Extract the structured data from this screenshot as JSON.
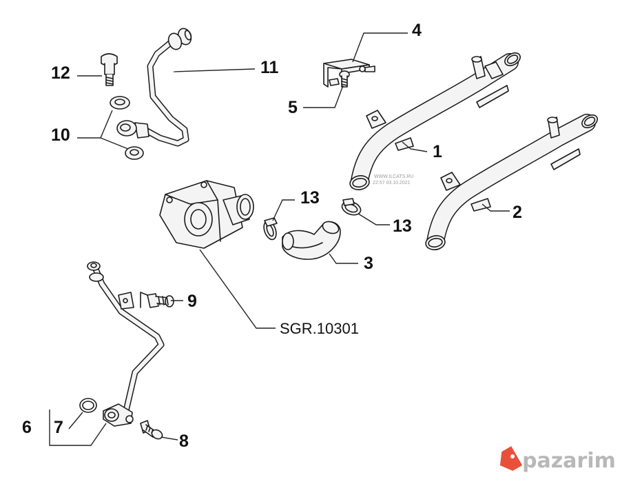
{
  "callouts": {
    "part_1": "1",
    "part_2": "2",
    "part_3": "3",
    "part_4": "4",
    "part_5": "5",
    "part_6": "6",
    "part_7": "7",
    "part_8": "8",
    "part_9": "9",
    "part_10": "10",
    "part_11": "11",
    "part_12": "12",
    "part_13a": "13",
    "part_13b": "13",
    "cooler_ref": "SGR.10301"
  },
  "watermark": {
    "line1": "WWW.ILCATS.RU",
    "line2": "22:57 03.10.2021"
  },
  "brand": {
    "name": "pazarim",
    "color": "#e8503a",
    "text_color": "#b8b8b8"
  },
  "colors": {
    "line": "#1a1a1a",
    "fill": "#f4f4f4",
    "background": "#ffffff"
  }
}
